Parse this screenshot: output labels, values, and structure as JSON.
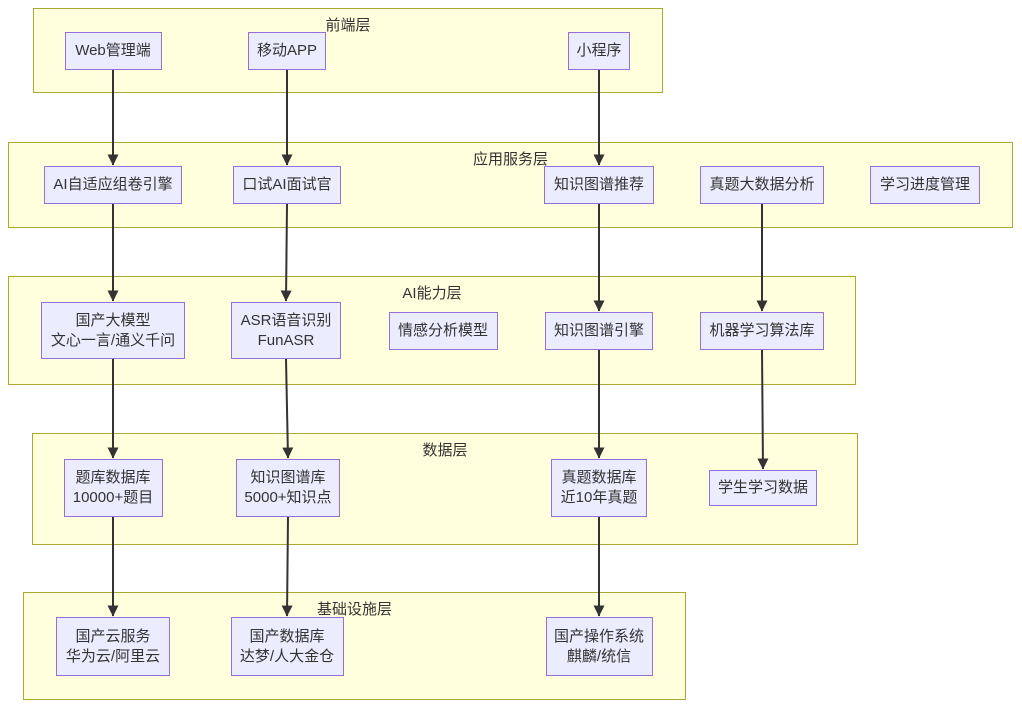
{
  "diagram": {
    "colors": {
      "background": "#ffffff",
      "layer_fill": "#ffffde",
      "layer_border": "#aaaa33",
      "node_fill": "#ececff",
      "node_border": "#9370db",
      "arrow": "#333333",
      "text": "#333333"
    },
    "layers": [
      {
        "id": "frontend",
        "title": "前端层",
        "nodes": [
          {
            "id": "web_admin",
            "lines": [
              "Web管理端"
            ]
          },
          {
            "id": "mobile_app",
            "lines": [
              "移动APP"
            ]
          },
          {
            "id": "mini_program",
            "lines": [
              "小程序"
            ]
          }
        ]
      },
      {
        "id": "app_service",
        "title": "应用服务层",
        "nodes": [
          {
            "id": "adaptive_paper_engine",
            "lines": [
              "AI自适应组卷引擎"
            ]
          },
          {
            "id": "oral_ai_interviewer",
            "lines": [
              "口试AI面试官"
            ]
          },
          {
            "id": "kg_recommend",
            "lines": [
              "知识图谱推荐"
            ]
          },
          {
            "id": "exam_bigdata_analysis",
            "lines": [
              "真题大数据分析"
            ]
          },
          {
            "id": "study_progress_mgmt",
            "lines": [
              "学习进度管理"
            ]
          }
        ]
      },
      {
        "id": "ai_capability",
        "title": "AI能力层",
        "nodes": [
          {
            "id": "domestic_llm",
            "lines": [
              "国产大模型",
              "文心一言/通义千问"
            ]
          },
          {
            "id": "asr_speech",
            "lines": [
              "ASR语音识别",
              "FunASR"
            ]
          },
          {
            "id": "sentiment_model",
            "lines": [
              "情感分析模型"
            ]
          },
          {
            "id": "kg_engine",
            "lines": [
              "知识图谱引擎"
            ]
          },
          {
            "id": "ml_algorithm_lib",
            "lines": [
              "机器学习算法库"
            ]
          }
        ]
      },
      {
        "id": "data_layer",
        "title": "数据层",
        "nodes": [
          {
            "id": "question_db",
            "lines": [
              "题库数据库",
              "10000+题目"
            ]
          },
          {
            "id": "kg_db",
            "lines": [
              "知识图谱库",
              "5000+知识点"
            ]
          },
          {
            "id": "exam_db",
            "lines": [
              "真题数据库",
              "近10年真题"
            ]
          },
          {
            "id": "student_learning_data",
            "lines": [
              "学生学习数据"
            ]
          }
        ]
      },
      {
        "id": "infrastructure",
        "title": "基础设施层",
        "nodes": [
          {
            "id": "domestic_cloud",
            "lines": [
              "国产云服务",
              "华为云/阿里云"
            ]
          },
          {
            "id": "domestic_database",
            "lines": [
              "国产数据库",
              "达梦/人大金仓"
            ]
          },
          {
            "id": "domestic_os",
            "lines": [
              "国产操作系统",
              "麒麟/统信"
            ]
          }
        ]
      }
    ],
    "edges": [
      {
        "from": "web_admin",
        "to": "adaptive_paper_engine"
      },
      {
        "from": "mobile_app",
        "to": "oral_ai_interviewer"
      },
      {
        "from": "mini_program",
        "to": "kg_recommend"
      },
      {
        "from": "adaptive_paper_engine",
        "to": "domestic_llm"
      },
      {
        "from": "oral_ai_interviewer",
        "to": "asr_speech"
      },
      {
        "from": "kg_recommend",
        "to": "kg_engine"
      },
      {
        "from": "exam_bigdata_analysis",
        "to": "ml_algorithm_lib"
      },
      {
        "from": "domestic_llm",
        "to": "question_db"
      },
      {
        "from": "asr_speech",
        "to": "kg_db"
      },
      {
        "from": "kg_engine",
        "to": "exam_db"
      },
      {
        "from": "ml_algorithm_lib",
        "to": "student_learning_data"
      },
      {
        "from": "question_db",
        "to": "domestic_cloud"
      },
      {
        "from": "kg_db",
        "to": "domestic_database"
      },
      {
        "from": "exam_db",
        "to": "domestic_os"
      }
    ]
  }
}
